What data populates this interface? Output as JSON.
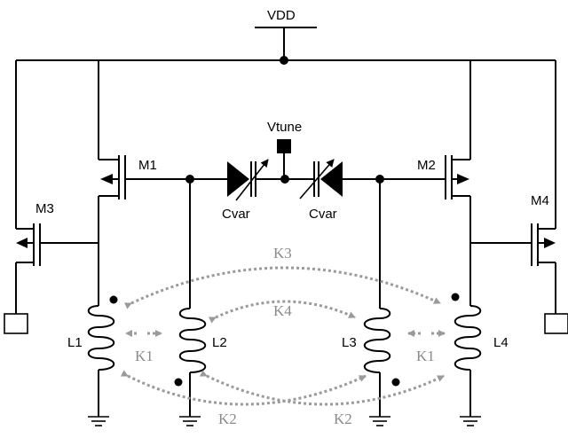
{
  "supply": {
    "vdd": "VDD",
    "vtune": "Vtune"
  },
  "transistors": {
    "m1": "M1",
    "m2": "M2",
    "m3": "M3",
    "m4": "M4"
  },
  "varactors": {
    "left": "Cvar",
    "right": "Cvar"
  },
  "inductors": {
    "l1": "L1",
    "l2": "L2",
    "l3": "L3",
    "l4": "L4"
  },
  "couplings": {
    "k1_left": "K1",
    "k1_right": "K1",
    "k2_left": "K2",
    "k2_right": "K2",
    "k3": "K3",
    "k4": "K4"
  },
  "colors": {
    "wire": "#000000",
    "coupling": "#9a9a9a"
  }
}
